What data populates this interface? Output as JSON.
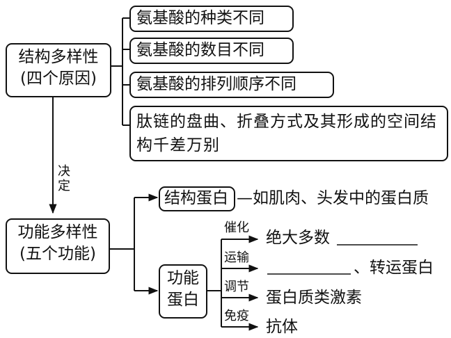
{
  "structure": {
    "title_line1": "结构多样性",
    "title_line2": "(四个原因)",
    "reasons": [
      "氨基酸的种类不同",
      "氨基酸的数目不同",
      "氨基酸的排列顺序不同",
      "肽链的盘曲、折叠方式及其形成的空间结构千差万别"
    ]
  },
  "decides_label": "决定",
  "function": {
    "title_line1": "功能多样性",
    "title_line2": "(五个功能)",
    "structural_protein": {
      "label": "结构蛋白",
      "example": "—如肌肉、头发中的蛋白质"
    },
    "functional_protein": {
      "label_line1": "功能",
      "label_line2": "蛋白",
      "roles": [
        {
          "name": "催化",
          "example": "绝大多数"
        },
        {
          "name": "运输",
          "example": "、转运蛋白"
        },
        {
          "name": "调节",
          "example": "蛋白质类激素"
        },
        {
          "name": "免疫",
          "example": "抗体"
        }
      ]
    }
  }
}
